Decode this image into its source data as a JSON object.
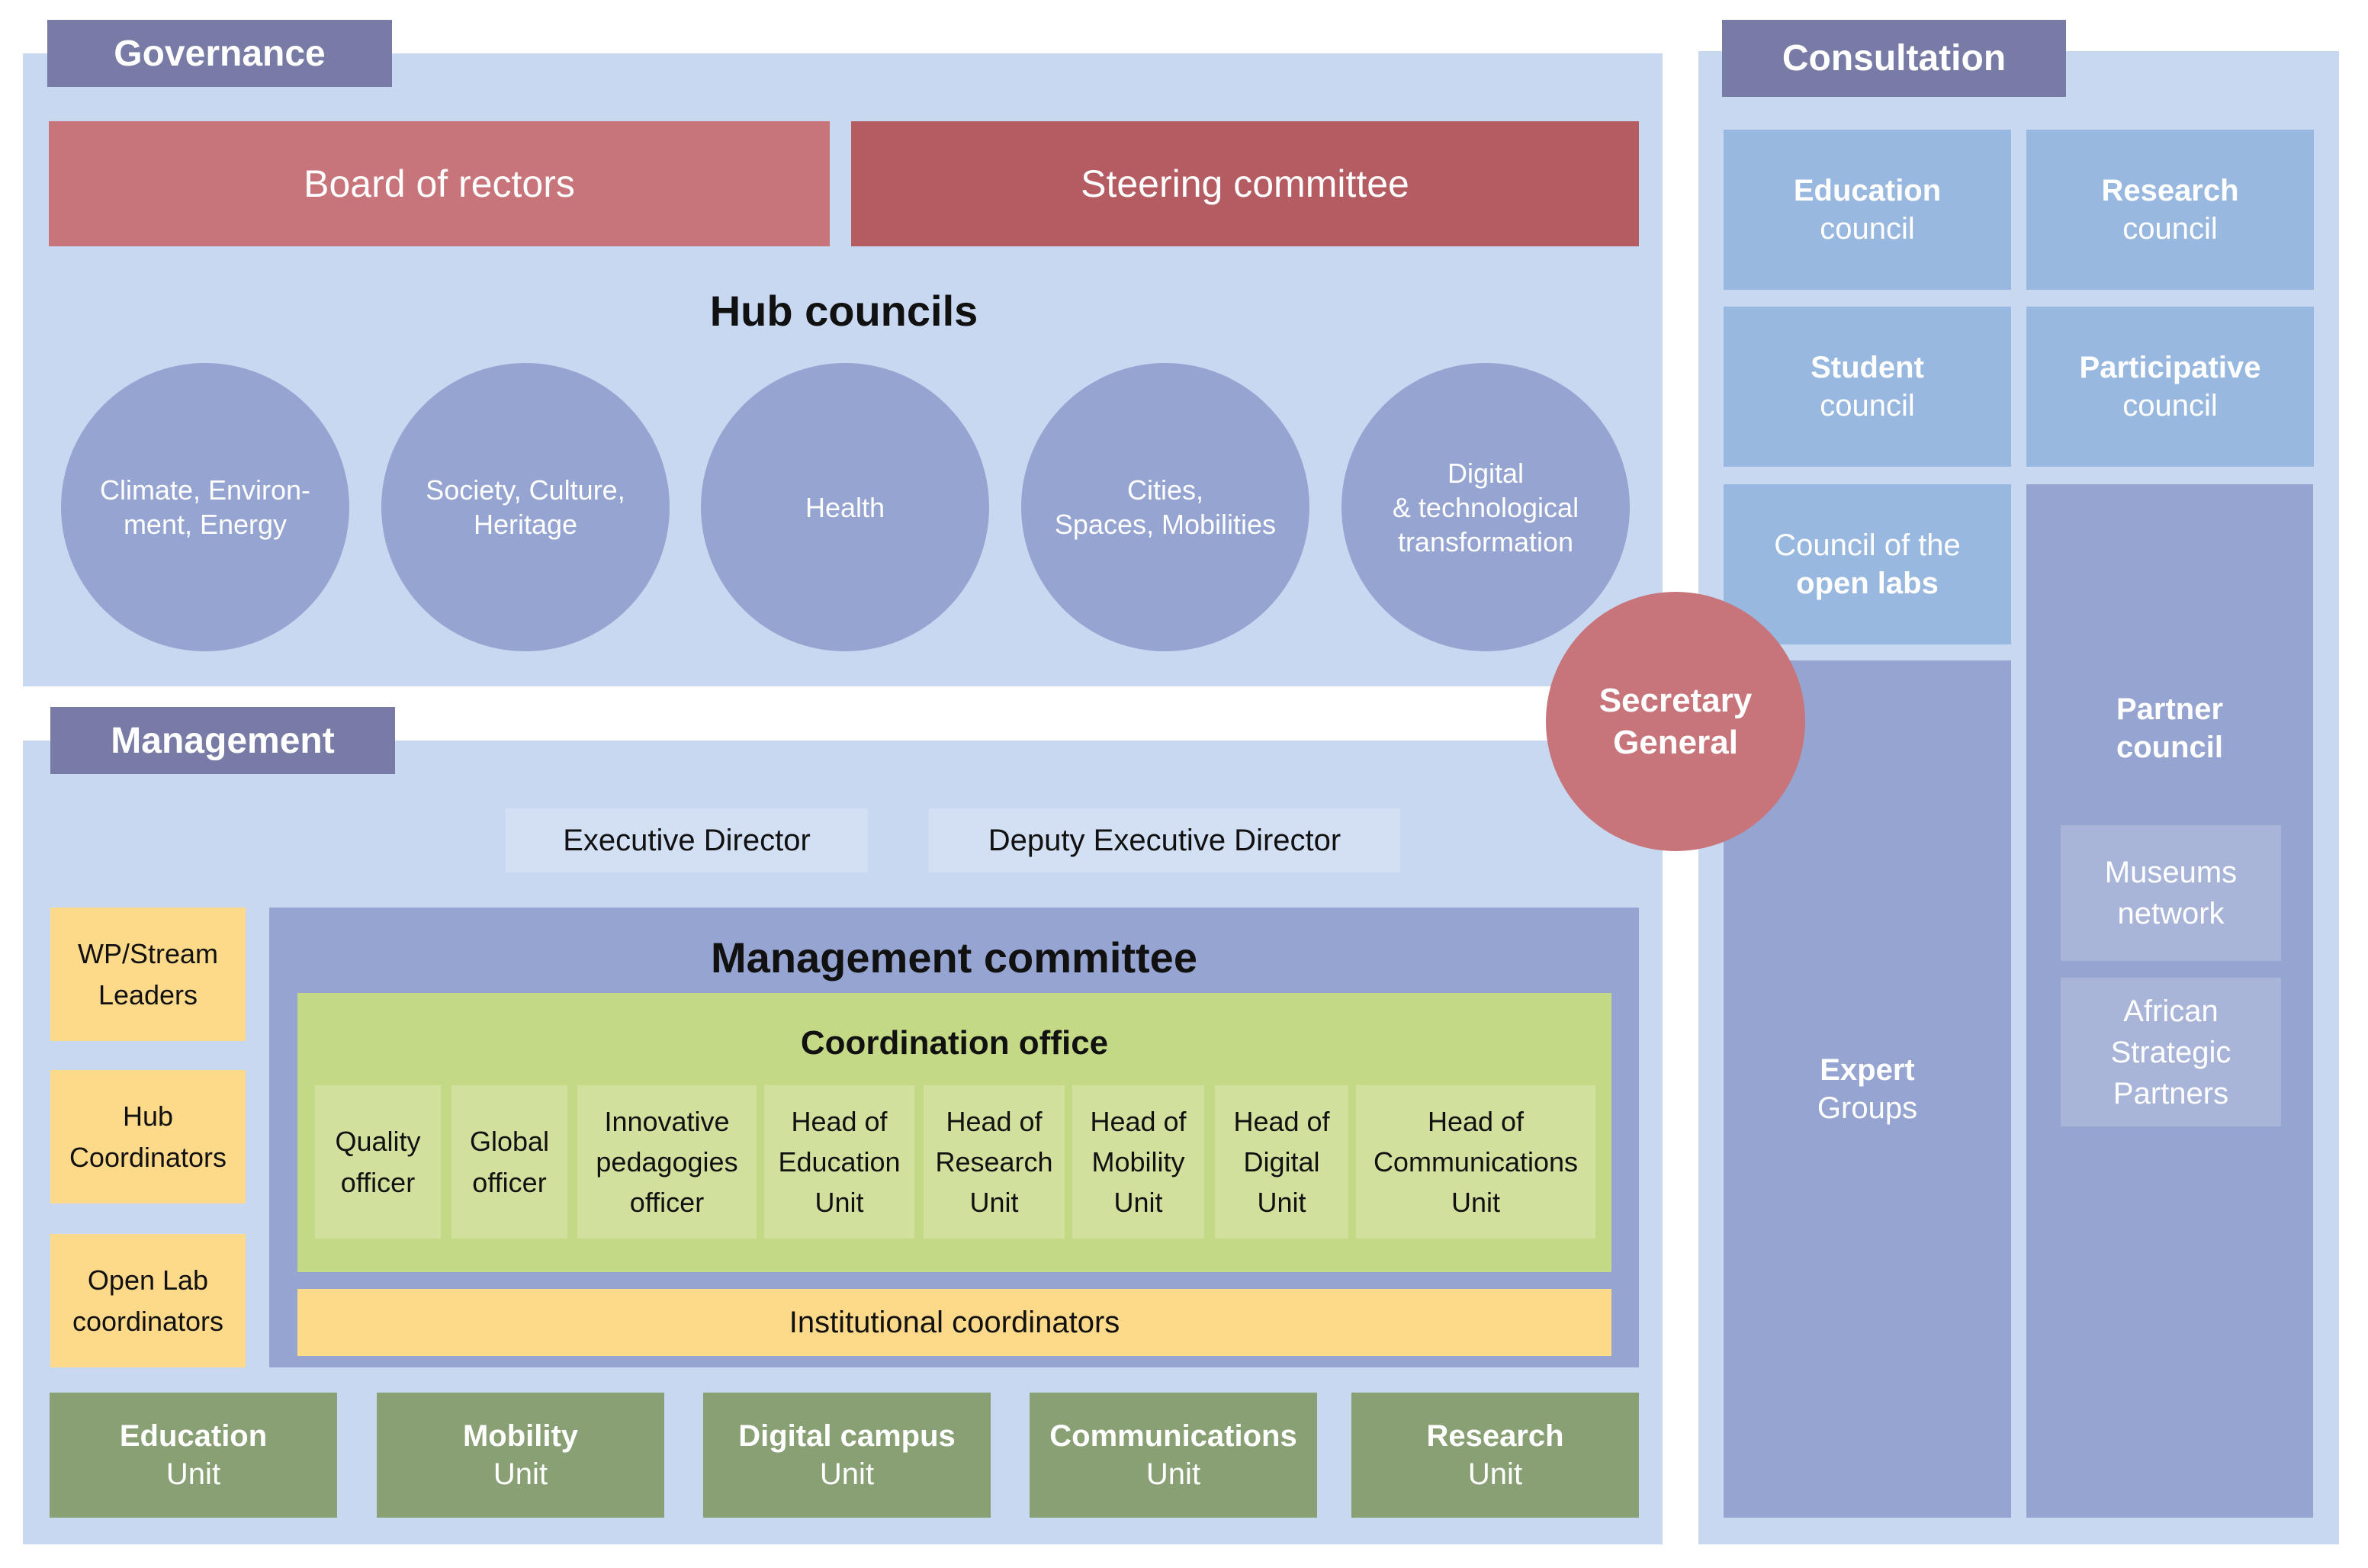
{
  "colors": {
    "panel_bg": "#c8d8f0",
    "section_tab": "#787ba6",
    "board_of_rectors": "#c7757a",
    "steering_committee": "#b55c62",
    "hub_circle": "#95a4d0",
    "secretary_general": "#c7757a",
    "council_box": "#99b8e0",
    "side_coordinator": "#fdd98a",
    "coordination_office": "#c4d986",
    "unit_box": "#89a074"
  },
  "governance": {
    "tab_label": "Governance",
    "board_of_rectors": "Board of rectors",
    "steering_committee": "Steering committee",
    "hub_councils_title": "Hub councils",
    "hubs": [
      {
        "line1": "Climate, Environ-",
        "line2": "ment, Energy",
        "line3": ""
      },
      {
        "line1": "Society, Culture,",
        "line2": "Heritage",
        "line3": ""
      },
      {
        "line1": "Health",
        "line2": "",
        "line3": ""
      },
      {
        "line1": "Cities,",
        "line2": "Spaces, Mobilities",
        "line3": ""
      },
      {
        "line1": "Digital",
        "line2": "& technological",
        "line3": "transformation"
      }
    ]
  },
  "secretary_general": {
    "line1": "Secretary",
    "line2": "General"
  },
  "management": {
    "tab_label": "Management",
    "executive_director": "Executive Director",
    "deputy_executive_director": "Deputy Executive Director",
    "side_roles": [
      {
        "line1": "WP/Stream",
        "line2": "Leaders"
      },
      {
        "line1": "Hub",
        "line2": "Coordinators"
      },
      {
        "line1": "Open Lab",
        "line2": "coordinators"
      }
    ],
    "committee_title": "Management committee",
    "coordination_office": {
      "title": "Coordination office",
      "roles": [
        {
          "line1": "Quality",
          "line2": "officer",
          "line3": ""
        },
        {
          "line1": "Global",
          "line2": "officer",
          "line3": ""
        },
        {
          "line1": "Innovative",
          "line2": "pedagogies",
          "line3": "officer"
        },
        {
          "line1": "Head of",
          "line2": "Education",
          "line3": "Unit"
        },
        {
          "line1": "Head of",
          "line2": "Research",
          "line3": "Unit"
        },
        {
          "line1": "Head of",
          "line2": "Mobility",
          "line3": "Unit"
        },
        {
          "line1": "Head of",
          "line2": "Digital",
          "line3": "Unit"
        },
        {
          "line1": "Head of",
          "line2": "Communications",
          "line3": "Unit"
        }
      ]
    },
    "institutional_coordinators": "Institutional coordinators",
    "units": [
      {
        "name": "Education",
        "suffix": "Unit"
      },
      {
        "name": "Mobility",
        "suffix": "Unit"
      },
      {
        "name": "Digital campus",
        "suffix": "Unit"
      },
      {
        "name": "Communications",
        "suffix": "Unit"
      },
      {
        "name": "Research",
        "suffix": "Unit"
      }
    ]
  },
  "consultation": {
    "tab_label": "Consultation",
    "councils": [
      {
        "bold": "Education",
        "light": "council"
      },
      {
        "bold": "Research",
        "light": "council"
      },
      {
        "bold": "Student",
        "light": "council"
      },
      {
        "bold": "Participative",
        "light": "council"
      }
    ],
    "open_labs": {
      "light": "Council of the",
      "bold": "open labs"
    },
    "expert_groups": {
      "bold": "Expert",
      "light": "Groups"
    },
    "partner_council": {
      "line1": "Partner",
      "line2": "council",
      "members": [
        {
          "line1": "Museums",
          "line2": "network",
          "line3": ""
        },
        {
          "line1": "African",
          "line2": "Strategic",
          "line3": "Partners"
        }
      ]
    }
  }
}
